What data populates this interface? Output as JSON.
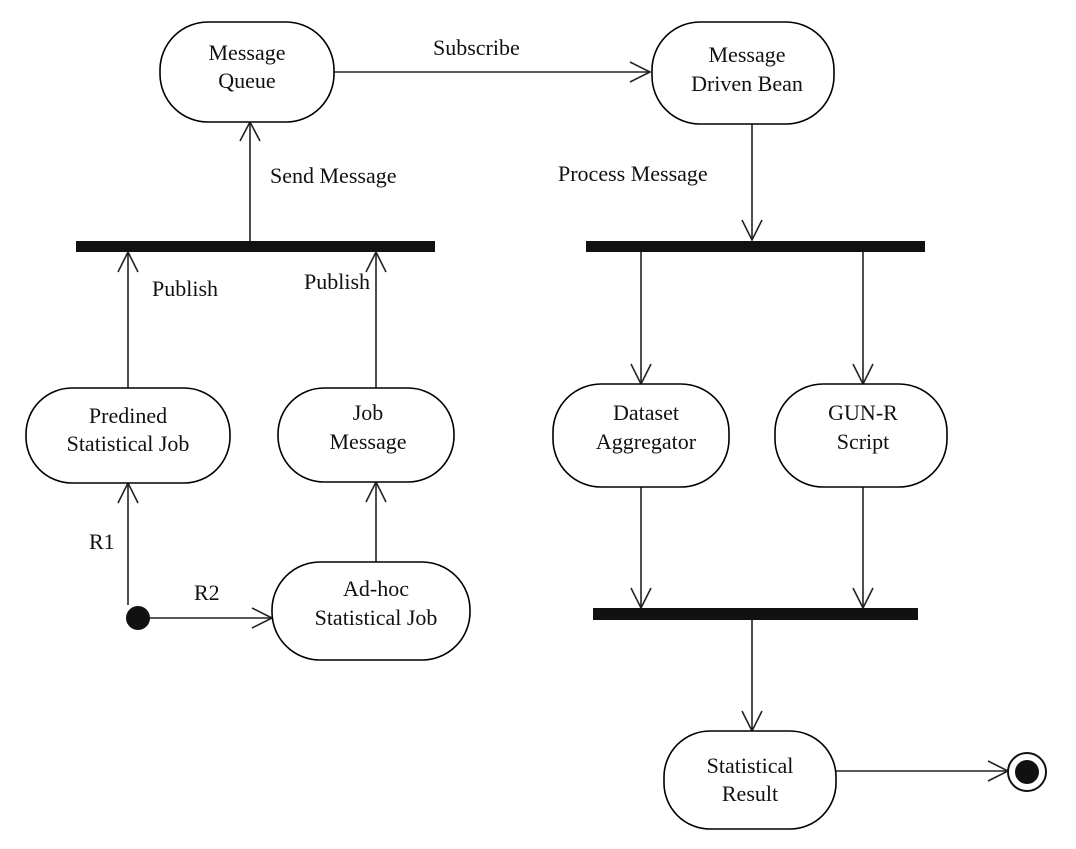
{
  "nodes": {
    "message_queue": [
      "Message",
      "Queue"
    ],
    "message_driven_bean": [
      "Message",
      "Driven Bean"
    ],
    "predined_job": [
      "Predined",
      "Statistical Job"
    ],
    "job_message": [
      "Job",
      "Message"
    ],
    "adhoc_job": [
      "Ad-hoc",
      "Statistical Job"
    ],
    "dataset_aggregator": [
      "Dataset",
      "Aggregator"
    ],
    "gun_r_script": [
      "GUN-R",
      "Script"
    ],
    "statistical_result": [
      "Statistical",
      "Result"
    ]
  },
  "edges": {
    "subscribe": "Subscribe",
    "send_message": "Send Message",
    "process_message": "Process Message",
    "publish_left": "Publish",
    "publish_right": "Publish",
    "r1": "R1",
    "r2": "R2"
  }
}
